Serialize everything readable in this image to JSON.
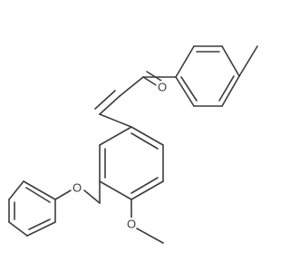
{
  "molecule": {
    "atoms": {
      "carbonyl_o": "O",
      "ether_o_benzyl": "O",
      "ether_o_methoxy": "O"
    }
  }
}
